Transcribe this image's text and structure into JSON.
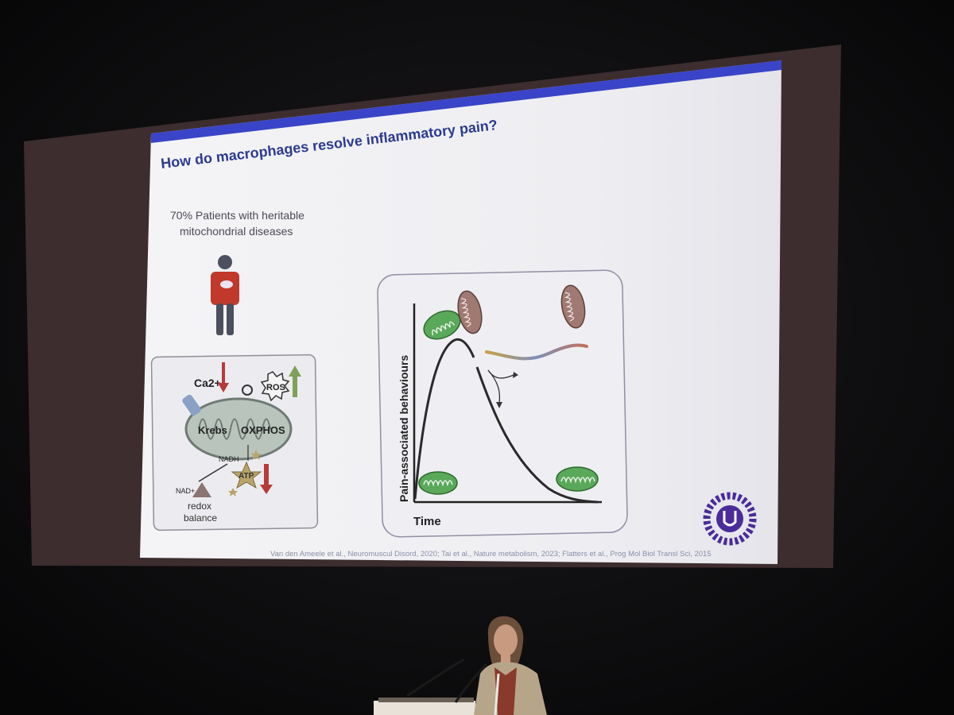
{
  "slide": {
    "title": "How do macrophages resolve inflammatory pain?",
    "patients_line1": "70% Patients with heritable",
    "patients_line2": "mitochondrial diseases",
    "citation": "Van den Ameele et al., Neuromuscul Disord, 2020; Tai et al., Nature metabolism, 2023; Flatters et al., Prog Mol Biol Transl Sci, 2015"
  },
  "mito_diagram": {
    "calcium": "Ca2+",
    "ros": "ROS",
    "krebs": "Krebs",
    "oxphos": "OXPHOS",
    "nadh": "NADH",
    "nad": "NAD+",
    "atp": "ATP",
    "redox1": "redox",
    "redox2": "balance"
  },
  "graph": {
    "ylabel": "Pain-associated behaviours",
    "xlabel": "Time"
  },
  "colors": {
    "title_blue": "#2b3a8f",
    "accent_bar": "#3a44c8",
    "mito_green": "#5aa85a",
    "mito_brown": "#a07a72",
    "arrow_red": "#b83a3a",
    "arrow_green": "#7fa05a",
    "logo_purple": "#4a2c9a"
  },
  "icons": [
    "person-icon",
    "mitochondrion-icon",
    "ros-burst-icon",
    "atp-star-icon",
    "university-logo-icon"
  ]
}
